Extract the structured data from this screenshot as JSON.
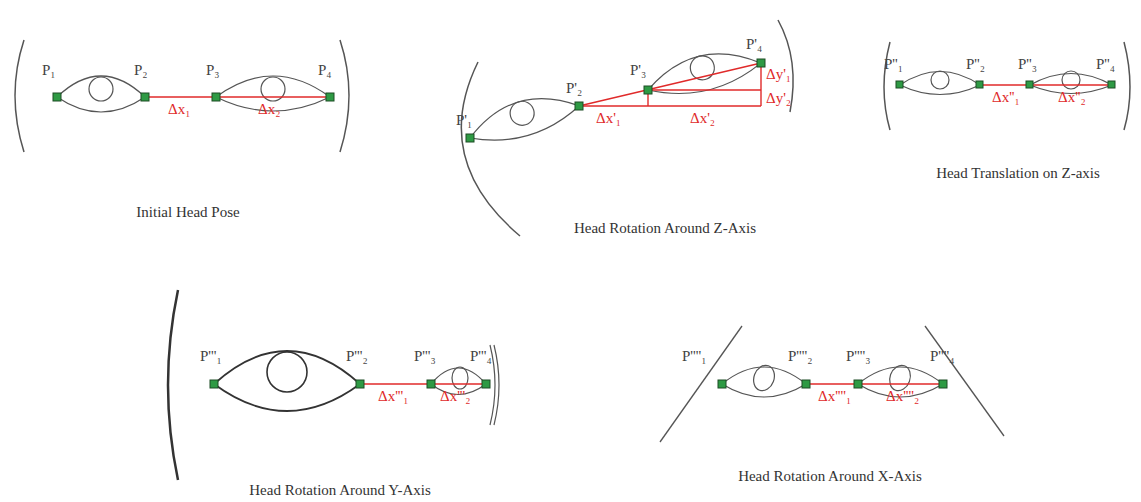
{
  "diagram": {
    "labels": [
      "P₁",
      "P₂",
      "P₃",
      "P₄",
      "Δx₁",
      "Δx₂",
      "Initial Head Pose",
      "P'₁",
      "P'₂",
      "P'₃",
      "P'₄",
      "Δx'₁",
      "Δx'₂",
      "Δy'₁",
      "Δy'₂",
      "Head Rotation Around Z-Axis",
      "P''₁",
      "P''₂",
      "P''₃",
      "P''₄",
      "Δx''₁",
      "Δx''₂",
      "Head Translation on Z-axis",
      "P'''₁",
      "P'''₂",
      "P'''₃",
      "P'''₄",
      "Δx'''₁",
      "Δx'''₂",
      "Head Rotation Around Y-Axis",
      "P''''₁",
      "P''''₂",
      "P''''₃",
      "P''''₄",
      "Δx''''₁",
      "Δx''''₂",
      "Head Rotation Around X-Axis"
    ]
  }
}
